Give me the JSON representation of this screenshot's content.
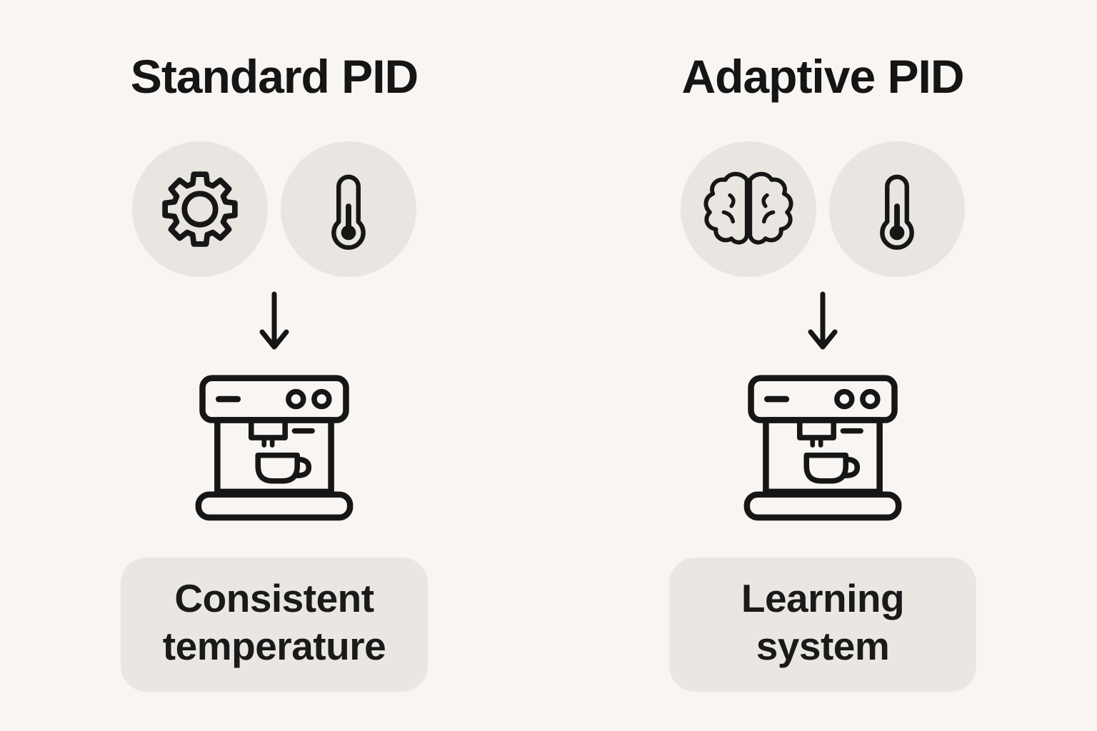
{
  "page": {
    "background_color": "#f8f5f2",
    "icon_circle_color": "#e9e5e1",
    "pill_color": "#eae7e3",
    "ink_color": "#161616"
  },
  "columns": [
    {
      "title": "Standard PID",
      "icons": [
        "gear-icon",
        "thermometer-icon"
      ],
      "arrow_icon": "down-arrow-icon",
      "machine_icon": "espresso-machine-icon",
      "label_line1": "Consistent",
      "label_line2": "temperature"
    },
    {
      "title": "Adaptive PID",
      "icons": [
        "brain-icon",
        "thermometer-icon"
      ],
      "arrow_icon": "down-arrow-icon",
      "machine_icon": "espresso-machine-icon",
      "label_line1": "Learning",
      "label_line2": "system"
    }
  ]
}
